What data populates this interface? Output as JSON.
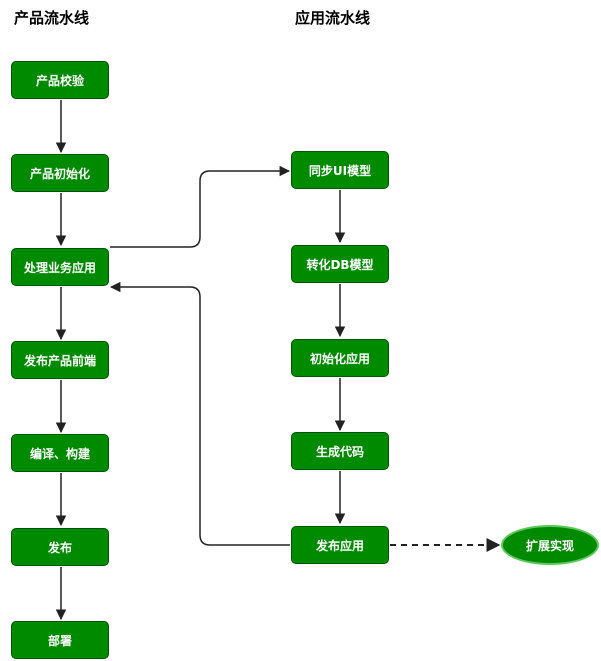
{
  "titles": {
    "product_pipeline": "产品流水线",
    "app_pipeline": "应用流水线"
  },
  "product_nodes": [
    "产品校验",
    "产品初始化",
    "处理业务应用",
    "发布产品前端",
    "编译、构建",
    "发布",
    "部署"
  ],
  "app_nodes": [
    "同步UI模型",
    "转化DB模型",
    "初始化应用",
    "生成代码",
    "发布应用"
  ],
  "extension_node": "扩展实现",
  "colors": {
    "node_fill": "#008a00",
    "node_border": "#005700",
    "edge": "#222222"
  }
}
